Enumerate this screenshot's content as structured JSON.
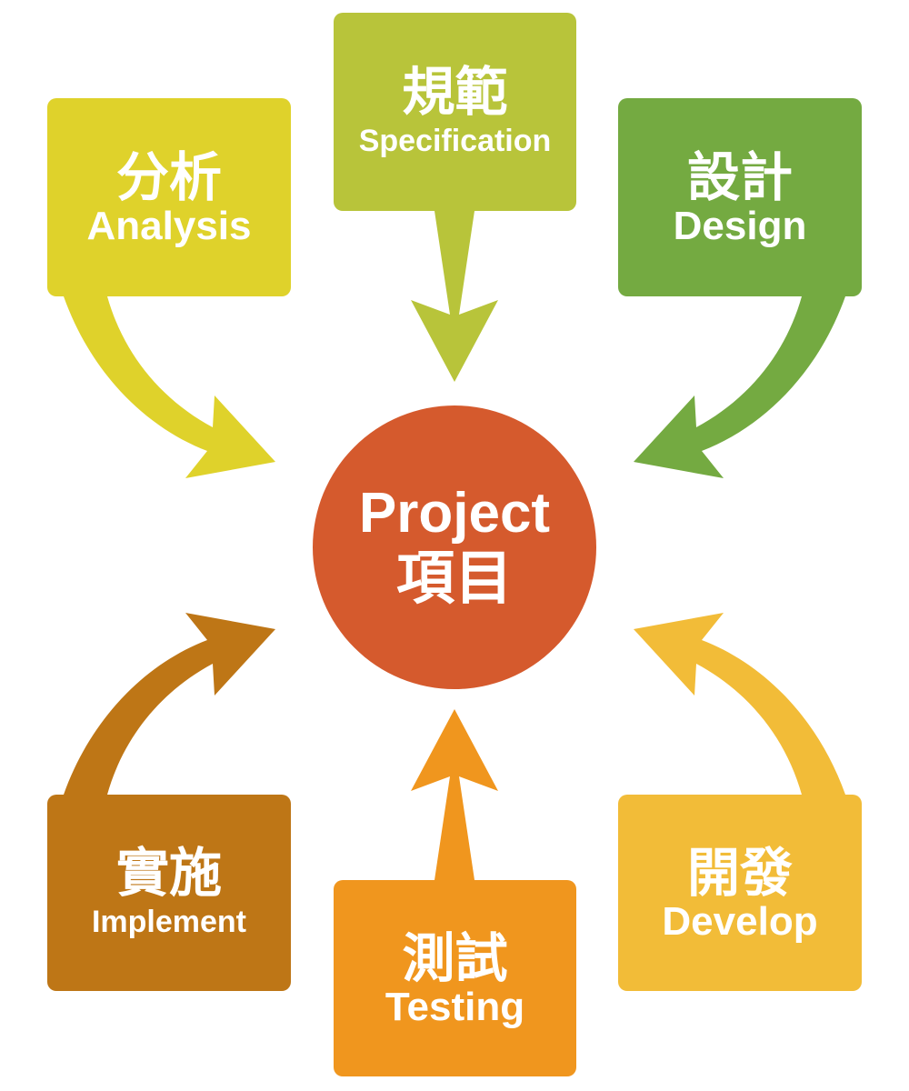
{
  "center": {
    "en": "Project",
    "zh": "項目"
  },
  "steps": {
    "analysis": {
      "zh": "分析",
      "en": "Analysis"
    },
    "spec": {
      "zh": "規範",
      "en": "Specification"
    },
    "design": {
      "zh": "設計",
      "en": "Design"
    },
    "implement": {
      "zh": "實施",
      "en": "Implement"
    },
    "testing": {
      "zh": "測試",
      "en": "Testing"
    },
    "develop": {
      "zh": "開發",
      "en": "Develop"
    }
  },
  "colors": {
    "analysis": "#dfd22b",
    "spec": "#b8c43a",
    "design": "#74aa41",
    "implement": "#be7616",
    "testing": "#f0961e",
    "develop": "#f2bc38",
    "center": "#d55a2d"
  }
}
